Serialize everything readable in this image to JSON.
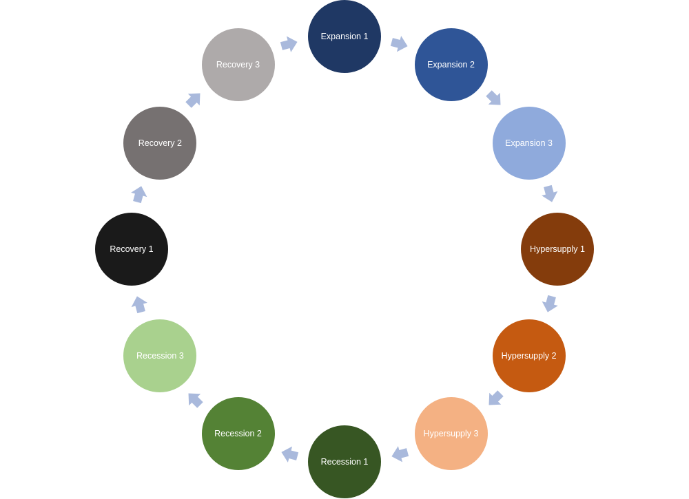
{
  "arrow_color": "#A9B9DC",
  "label_color": "#FFFFFF",
  "nodes": [
    {
      "label": "Expansion 1",
      "color": "#1F3864"
    },
    {
      "label": "Expansion 2",
      "color": "#2F5597"
    },
    {
      "label": "Expansion 3",
      "color": "#8FAADC"
    },
    {
      "label": "Hypersupply 1",
      "color": "#843C0C"
    },
    {
      "label": "Hypersupply 2",
      "color": "#C55A11"
    },
    {
      "label": "Hypersupply 3",
      "color": "#F4B183"
    },
    {
      "label": "Recession 1",
      "color": "#375623"
    },
    {
      "label": "Recession 2",
      "color": "#548235"
    },
    {
      "label": "Recession 3",
      "color": "#A9D18E"
    },
    {
      "label": "Recovery 1",
      "color": "#1A1A1A"
    },
    {
      "label": "Recovery 2",
      "color": "#767171"
    },
    {
      "label": "Recovery 3",
      "color": "#AEAAAA"
    }
  ]
}
